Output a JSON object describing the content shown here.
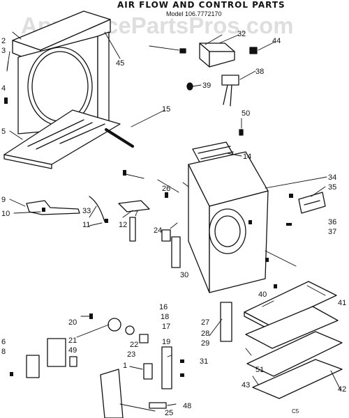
{
  "diagram": {
    "title": "AIR FLOW AND CONTROL PARTS",
    "model": "Model 106.7772170",
    "watermark": "AppliancePartsPros.com",
    "code": "C5",
    "callouts": [
      "1",
      "2",
      "3",
      "4",
      "5",
      "6",
      "7",
      "8",
      "9",
      "10",
      "11",
      "12",
      "14",
      "15",
      "16",
      "17",
      "18",
      "19",
      "20",
      "21",
      "22",
      "23",
      "24",
      "25",
      "26",
      "27",
      "28",
      "29",
      "30",
      "31",
      "32",
      "33",
      "34",
      "35",
      "36",
      "37",
      "38",
      "39",
      "40",
      "41",
      "42",
      "43",
      "44",
      "45",
      "48",
      "49",
      "50",
      "51"
    ]
  }
}
